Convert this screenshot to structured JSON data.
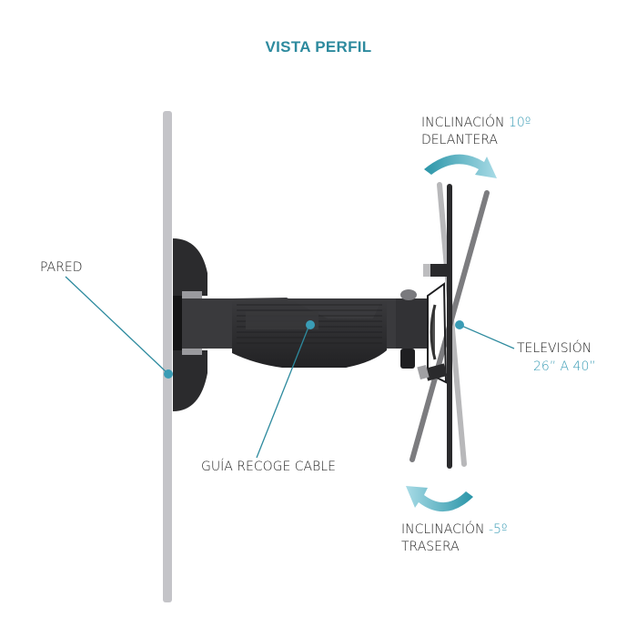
{
  "title": "VISTA PERFIL",
  "labels": {
    "wall": "PARED",
    "cable_guide": "GUÍA RECOGE CABLE",
    "tv": "TELEVISIÓN",
    "tv_size": "26” A 40”",
    "tilt_front_prefix": "INCLINACIÓN",
    "tilt_front_value": "10º",
    "tilt_front_suffix": "DELANTERA",
    "tilt_back_prefix": "INCLINACIÓN",
    "tilt_back_value": "-5º",
    "tilt_back_suffix": "TRASERA"
  },
  "colors": {
    "accent": "#3a9cb5",
    "title": "#2d8a9e",
    "wall": "#c4c4c8",
    "mount": "#2f2f31"
  }
}
